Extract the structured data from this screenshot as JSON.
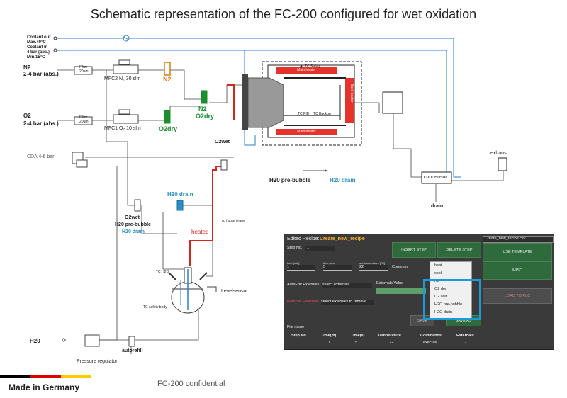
{
  "title": "Schematic representation of the FC-200 configured for wet oxidation",
  "labels": {
    "coolant_out": "Coolant out",
    "coolant_out_spec": "Max.40°C",
    "coolant_in": "Coolant in",
    "coolant_in_spec1": "4 bar (abs.)",
    "coolant_in_spec2": "Min.15°C",
    "n2_in": "N2",
    "n2_pressure": "2-4 bar (abs.)",
    "o2_in": "O2",
    "o2_pressure": "2-4 bar (abs.)",
    "filter1": "Filter",
    "filter1_size": "20um",
    "filter2": "Filter",
    "filter2_size": "20um",
    "mfc2": "MFC2 N₂ 30 slm",
    "mfc1": "MFC1 O₂ 10 slm",
    "n2_orange": "N2",
    "n2_green": "N2",
    "o2dry_green1": "O2dry",
    "o2dry_green2": "O2dry",
    "cda": "CDA 4-6 bar",
    "o2wet_top": "O2wet",
    "o2wet_mid": "O2wet",
    "h2o_prebubble_mid": "H20 pre-bubble",
    "h2o_drain_mid": "H20 drain",
    "h2o_drain_valve": "H20 drain",
    "h2o_prebubble_right": "H20 pre-bubble",
    "h2o_drain_right": "H20 drain",
    "tc_safety": "TC Safety",
    "main_heater_top": "Main heater",
    "main_heater_bottom": "Main heater",
    "back_heater": "Back heater",
    "tc_pid": "TC PID",
    "tc_backup": "TC Backup",
    "exhaust": "exhaust",
    "condensor": "condensor",
    "drain": "drain",
    "tc_house_heater": "TC house heater",
    "heated": "heated",
    "tc_h2o": "TC H2O",
    "tc_safety_body": "TC safety body",
    "levelsensor": "Levelsensor",
    "h20": "H20",
    "pressure_regulator": "Pressure regulator",
    "autorefill": "autorefill"
  },
  "panel": {
    "edited_recipe": "Edited Recipe:",
    "recipe_name": "Create_new_recipe",
    "file_select": "Create_new_recipe.csv",
    "step_no_label": "Step No.",
    "step_no_value": "1",
    "insert_step": "INSERT STEP",
    "delete_step": "DELETE STEP",
    "use_template": "USE TEMPLATE",
    "misc": "MISC",
    "load_to_plc": "LOAD TO PLC",
    "time_min_label": "time [min]",
    "time_min_value": "1",
    "time_sec_label": "time [sec]",
    "time_sec_value": "5",
    "set_temp_label": "set temperature [°C]",
    "set_temp_value": "22",
    "command_label": "Comman",
    "add_edit_externals": "Add/Edit Externals",
    "select_externals": "select externals",
    "externals_value": "Externals Value",
    "remove_externals": "Remove Externals",
    "select_externals_remove": "select externals to remove",
    "save": "SAVE",
    "save_as": "SAVE AS",
    "file_name": "File name",
    "dropdown_items": [
      "heat",
      "cool",
      "N2",
      "O2 dry",
      "O2 wet",
      "H2O pre-bubble",
      "H2O drain"
    ],
    "table_headers": [
      "Step No.",
      "Time(m)",
      "Time(s)",
      "Temperature",
      "Commands",
      "Externals"
    ],
    "table_row": [
      "1",
      "1",
      "5",
      "22",
      "execute",
      "-"
    ]
  },
  "footer": {
    "made_in": "Made in Germany",
    "confidential": "FC-200 confidential"
  },
  "colors": {
    "heater_red": "#e5322a",
    "heated_line": "#d4261f",
    "coolant_blue": "#2b7fd0",
    "mfc_green": "#1a8f2c",
    "mfc_orange": "#e07a14",
    "highlight": "#1a9ad8",
    "flag_black": "#000000",
    "flag_red": "#dd0000",
    "flag_gold": "#ffcc00"
  }
}
